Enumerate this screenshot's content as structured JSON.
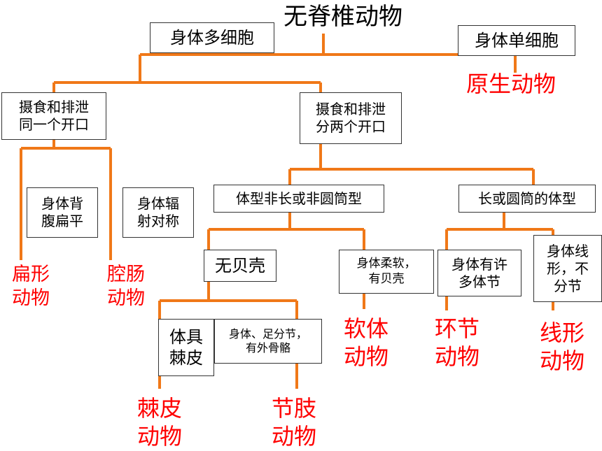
{
  "colors": {
    "connector": "#f07818",
    "group_label": "#ff0000",
    "text": "#000000",
    "box_border": "#333333"
  },
  "title": "无脊椎动物",
  "nodes": {
    "multi_cell": "身体多细胞",
    "single_cell": "身体单细胞",
    "one_opening": "摄食和排泄\n同一个开口",
    "two_openings": "摄食和排泄\n分两个开口",
    "flat_body": "身体背\n腹扁平",
    "radial_sym": "身体辐\n射对称",
    "non_long": "体型非长或非圆筒型",
    "long_body": "长或圆筒的体型",
    "no_shell": "无贝壳",
    "soft_shell": "身体柔软，\n有贝壳",
    "many_segments": "身体有许\n多体节",
    "thread_body": "身体线\n形，不\n分节",
    "spiny_skin": "体具\n棘皮",
    "jointed": "身体、足分节，\n有外骨骼"
  },
  "groups": {
    "protozoa": "原生动物",
    "flatworms": "扁形\n动物",
    "cnidarians": "腔肠\n动物",
    "mollusks": "软体\n动物",
    "annelids": "环节\n动物",
    "nematodes": "线形\n动物",
    "echinoderms": "棘皮\n动物",
    "arthropods": "节肢\n动物"
  }
}
